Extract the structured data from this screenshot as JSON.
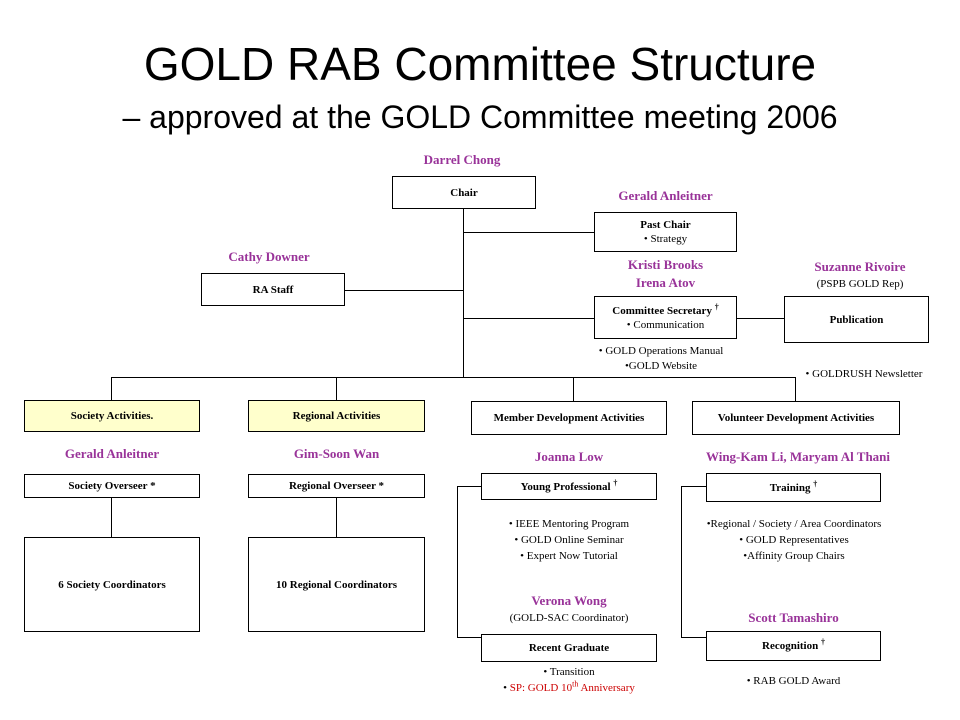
{
  "title": "GOLD RAB Committee Structure",
  "subtitle": "– approved at the GOLD Committee meeting 2006",
  "names": {
    "chair": "Darrel Chong",
    "past_chair": "Gerald Anleitner",
    "ra_staff": "Cathy Downer",
    "secretary_1": "Kristi Brooks",
    "secretary_2": "Irena Atov",
    "publication": "Suzanne Rivoire",
    "publication_role": "(PSPB GOLD Rep)",
    "society_overseer": "Gerald Anleitner",
    "regional_overseer": "Gim-Soon Wan",
    "young_professional": "Joanna Low",
    "training": "Wing-Kam Li, Maryam Al Thani",
    "recent_graduate": "Verona Wong",
    "recent_graduate_role": "(GOLD-SAC Coordinator)",
    "recognition": "Scott Tamashiro"
  },
  "boxes": {
    "chair": "Chair",
    "past_chair": "Past Chair",
    "past_chair_sub": "• Strategy",
    "ra_staff": "RA Staff",
    "secretary": "Committee Secretary",
    "secretary_sub": "• Communication",
    "publication": "Publication",
    "society_activities": "Society Activities.",
    "regional_activities": "Regional Activities",
    "member_dev": "Member Development Activities",
    "volunteer_dev": "Volunteer Development Activities",
    "society_overseer": "Society Overseer *",
    "regional_overseer": "Regional Overseer *",
    "young_professional": "Young Professional",
    "training": "Training",
    "society_coordinators": "6 Society Coordinators",
    "regional_coordinators": "10 Regional Coordinators",
    "recent_graduate": "Recent Graduate",
    "recognition": "Recognition",
    "dagger": "†"
  },
  "notes": {
    "secretary_1": "• GOLD Operations Manual",
    "secretary_2": "•GOLD Website",
    "publication": "• GOLDRUSH Newsletter",
    "young_prof_1": "• IEEE Mentoring Program",
    "young_prof_2": "• GOLD Online Seminar",
    "young_prof_3": "• Expert Now Tutorial",
    "training_1": "•Regional / Society / Area Coordinators",
    "training_2": "• GOLD Representatives",
    "training_3": "•Affinity Group Chairs",
    "recent_grad_1": "• Transition",
    "recent_grad_2_bullet": "•",
    "recent_grad_2_text": "SP: GOLD 10",
    "recent_grad_2_sup": "th",
    "recent_grad_2_end": "Anniversary",
    "recognition_1": "• RAB GOLD Award"
  },
  "colors": {
    "name": "#993399",
    "highlight_box": "#ffffcc",
    "special_note": "#cc0000"
  }
}
